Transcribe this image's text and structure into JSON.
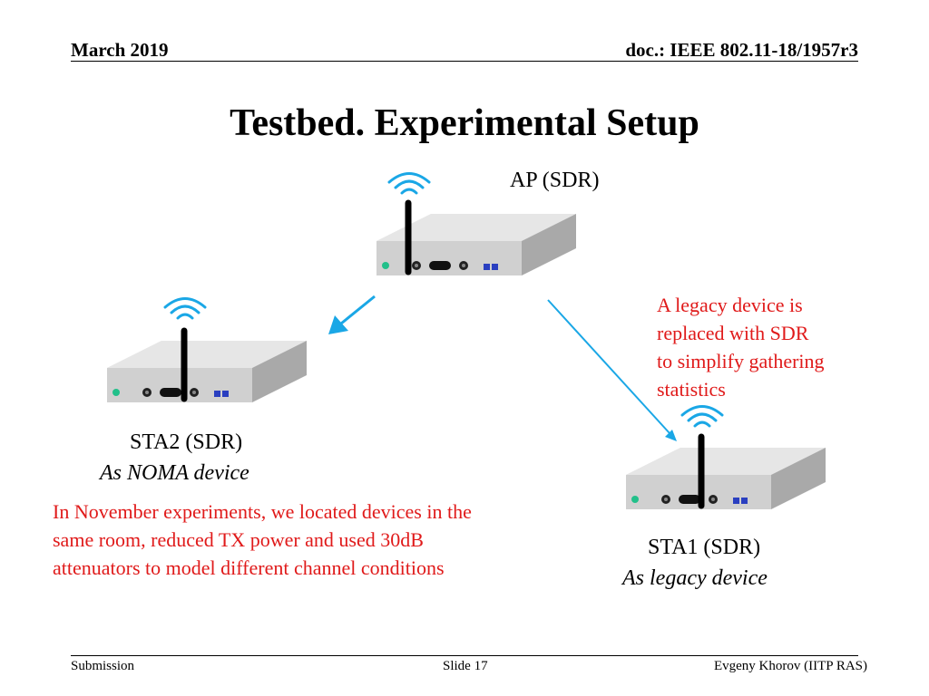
{
  "header": {
    "date": "March 2019",
    "doc": "doc.: IEEE 802.11-18/1957r3"
  },
  "title": "Testbed. Experimental Setup",
  "devices": {
    "ap": {
      "label": "AP (SDR)"
    },
    "sta2": {
      "label": "STA2 (SDR)",
      "role": "As NOMA device"
    },
    "sta1": {
      "label": "STA1 (SDR)",
      "role": "As legacy device"
    }
  },
  "notes": {
    "legacy": [
      "A legacy device is",
      "replaced with SDR",
      "to simplify gathering",
      "statistics"
    ],
    "november": [
      "In November experiments, we located devices in the",
      "same room, reduced TX power and used 30dB",
      "attenuators to model different channel conditions"
    ]
  },
  "colors": {
    "arrow": "#1aa7e6",
    "wifi": "#1aa7e6",
    "note_text": "#e01a1a",
    "led": "#22c08a",
    "port": "#2a3fc0"
  },
  "footer": {
    "left": "Submission",
    "center": "Slide 17",
    "right": "Evgeny Khorov (IITP RAS)"
  }
}
